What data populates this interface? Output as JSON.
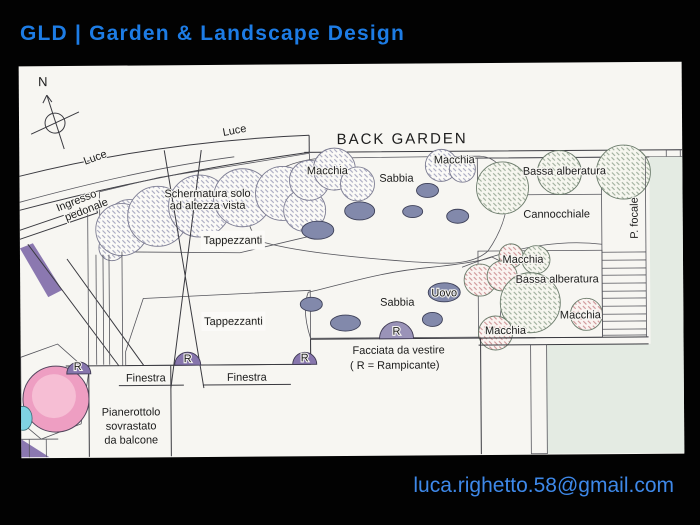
{
  "slide": {
    "title": "GLD | Garden & Landscape Design",
    "email": "luca.righetto.58@gmail.com"
  },
  "plan": {
    "title": "BACK GARDEN",
    "labels": {
      "north": "N",
      "street": "Luce",
      "entrance_line1": "Ingresso",
      "entrance_line2": "pedonale",
      "screening_line1": "Schermatura solo",
      "screening_line2": "ad altezza vista",
      "groundcover": "Tappezzanti",
      "shrubs": "Macchia",
      "sand": "Sabbia",
      "egg": "Uovo",
      "low_trees": "Bassa alberatura",
      "view_axis": "Cannocchiale",
      "focal_point": "P. focale",
      "window": "Finestra",
      "landing_line1": "Pianerottolo",
      "landing_line2": "sovrastato",
      "landing_line3": "da balcone",
      "facade_line1": "Facciata da vestire",
      "facade_line2": "( R = Rampicante)",
      "climber": "R"
    }
  },
  "colors": {
    "slide-bg": "#020202",
    "accent-blue": "#1d7ce5",
    "email-blue": "#3e88e8",
    "paper": "#f7f6f2",
    "purple-bed": "#9c89bc",
    "purple-bed-light": "#a795c5",
    "purple-dark": "#8b78b0",
    "pink-sand": "#f2adbb",
    "salmon-sand": "#efa5a6",
    "olive-band": "#b3ba8e",
    "pale-green": "#e4ebe3",
    "stone-gray": "#8289ab",
    "dome-purple": "#8776ad",
    "tree-pink": "#ee9ec2",
    "tree-pink-light": "#f8c8da",
    "cyan-pond": "#7fd2e2",
    "ink": "#3a3a40"
  }
}
